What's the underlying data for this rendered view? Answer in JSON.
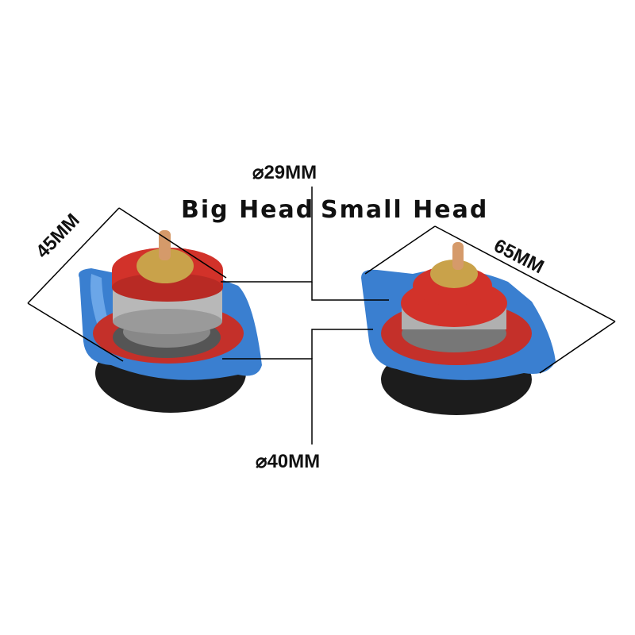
{
  "labels": {
    "top_diameter": "⌀29MM",
    "big_head": "Big Head",
    "small_head": "Small Head",
    "height": "45MM",
    "width": "65MM",
    "bottom_diameter": "⌀40MM"
  },
  "colors": {
    "cap_blue": "#3a7fd0",
    "seal_red": "#d2322a",
    "brass": "#c9a24a",
    "base_black": "#1c1c1c",
    "line": "#000000"
  }
}
